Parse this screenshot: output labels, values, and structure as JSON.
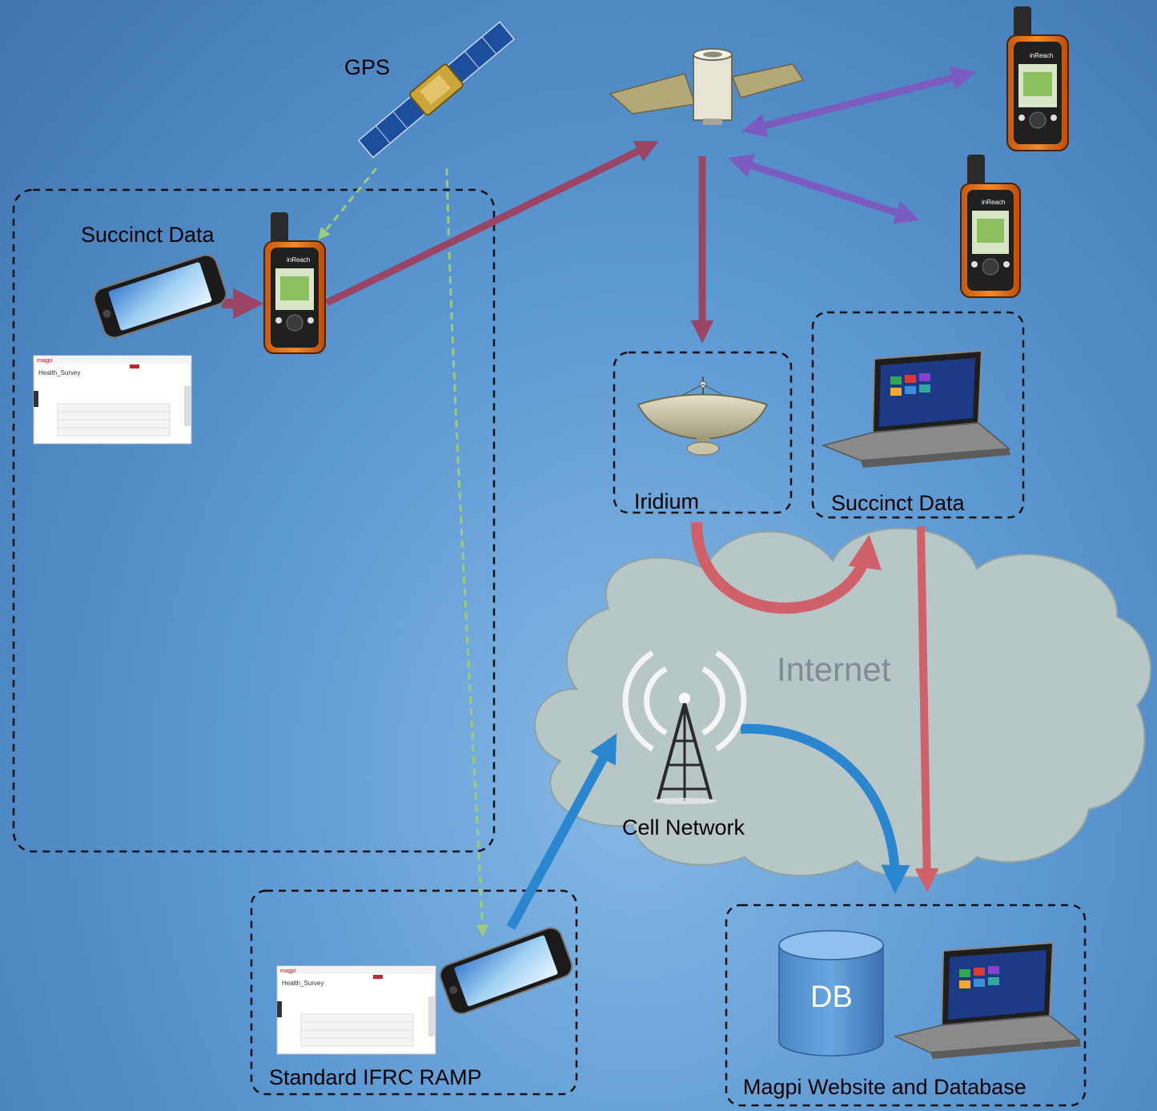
{
  "labels": {
    "gps": "GPS",
    "succinct_data_left": "Succinct Data",
    "iridium": "Iridium",
    "succinct_data_right": "Succinct Data",
    "internet": "Internet",
    "cell_network": "Cell Network",
    "standard_ramp": "Standard IFRC RAMP",
    "magpi": "Magpi Website and Database",
    "db": "DB"
  },
  "device": {
    "brand": "inReach",
    "screen_app": "Health_Survey",
    "app_logo": "magpi"
  },
  "colors": {
    "satellite_link": "#9b4566",
    "two_way_link": "#7a5cc0",
    "gps_signal": "#9ccc7a",
    "internet_link": "#d0606a",
    "cell_link": "#2b86d0",
    "cloud": "#b7c7c8"
  }
}
